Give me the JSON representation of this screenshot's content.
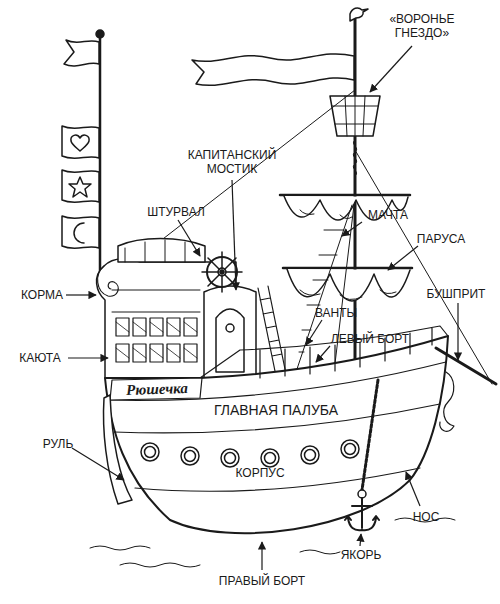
{
  "diagram": {
    "labels": [
      "«ВОРОНЬЕ ГНЕЗДО»",
      "КАПИТАНСКИЙ МОСТИК",
      "ШТУРВАЛ",
      "МАЧТА",
      "ПАРУСА",
      "КОРМА",
      "ВАНТЫ",
      "БУШПРИТ",
      "ЛЕВЫЙ БОРТ",
      "КАЮТА",
      "Рюшечка",
      "ГЛАВНАЯ ПАЛУБА",
      "РУЛЬ",
      "КОРПУС",
      "НОС",
      "ЯКОРЬ",
      "ПРАВЫЙ БОРТ"
    ]
  }
}
